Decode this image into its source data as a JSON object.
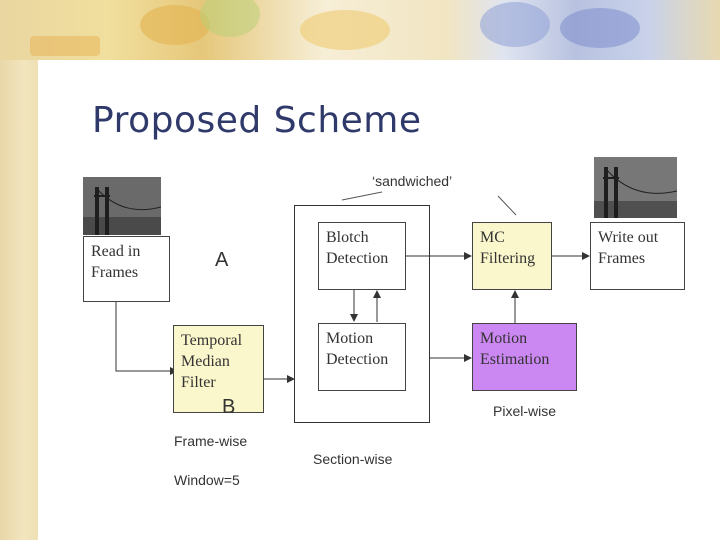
{
  "title": "Proposed Scheme",
  "annotations": {
    "sandwiched": "‘sandwiched’",
    "a_label": "A",
    "b_label": "B",
    "frame_wise": "Frame-wise",
    "window": "Window=5",
    "section_wise": "Section-wise",
    "pixel_wise": "Pixel-wise"
  },
  "boxes": {
    "read_in": "Read in Frames",
    "temporal": "Temporal Median Filter",
    "blotch": "Blotch Detection",
    "motion_detection": "Motion Detection",
    "mc_filtering": "MC Filtering",
    "motion_estimation": "Motion Estimation",
    "write_out": "Write out Frames"
  },
  "colors": {
    "title": "#2f3a6b",
    "yellow_box": "#fbf7cc",
    "purple_box": "#cc88f2"
  }
}
